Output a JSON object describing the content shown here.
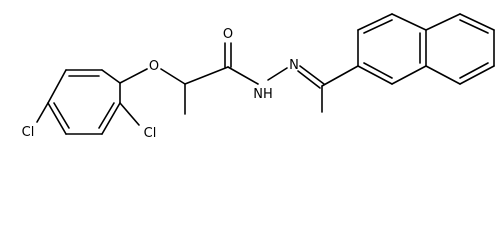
{
  "molecule": {
    "atom_labels": {
      "cl_para": "Cl",
      "cl_ortho": "Cl",
      "ether_oxygen": "O",
      "carbonyl_oxygen": "O",
      "amide_nh": "NH",
      "imine_n": "N"
    }
  },
  "colors": {
    "bond": "#000000",
    "label": "#000000",
    "background": "#ffffff"
  }
}
